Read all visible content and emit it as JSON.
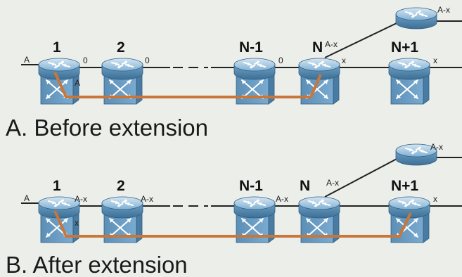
{
  "diagram": {
    "colors": {
      "background": "#eceeea",
      "device": "#5e93ba",
      "device_light": "#b9d4e8",
      "device_dark": "#2f5e82",
      "link": "#222222",
      "path": "#c8763a"
    },
    "icons": {
      "router": "router-icon",
      "switch": "switch-icon"
    },
    "panel_a": {
      "caption": "A. Before extension",
      "nodes": [
        "1",
        "2",
        "N-1",
        "N",
        "N+1"
      ],
      "ports": {
        "in_a": "A",
        "n1_out": "0",
        "n1_inner": "A",
        "n2_out": "0",
        "nm1_out": "0",
        "n_upper": "A-x",
        "n_out": "x",
        "np1_out": "x",
        "top_router": "A-x"
      }
    },
    "panel_b": {
      "caption": "B. After extension",
      "nodes": [
        "1",
        "2",
        "N-1",
        "N",
        "N+1"
      ],
      "ports": {
        "in_a": "A",
        "n1_out": "A-x",
        "n1_inner": "x",
        "n2_out": "A-x",
        "nm1_out": "A-x",
        "n_upper": "A-x",
        "np1_out": "x",
        "top_router": "A-x"
      }
    }
  }
}
